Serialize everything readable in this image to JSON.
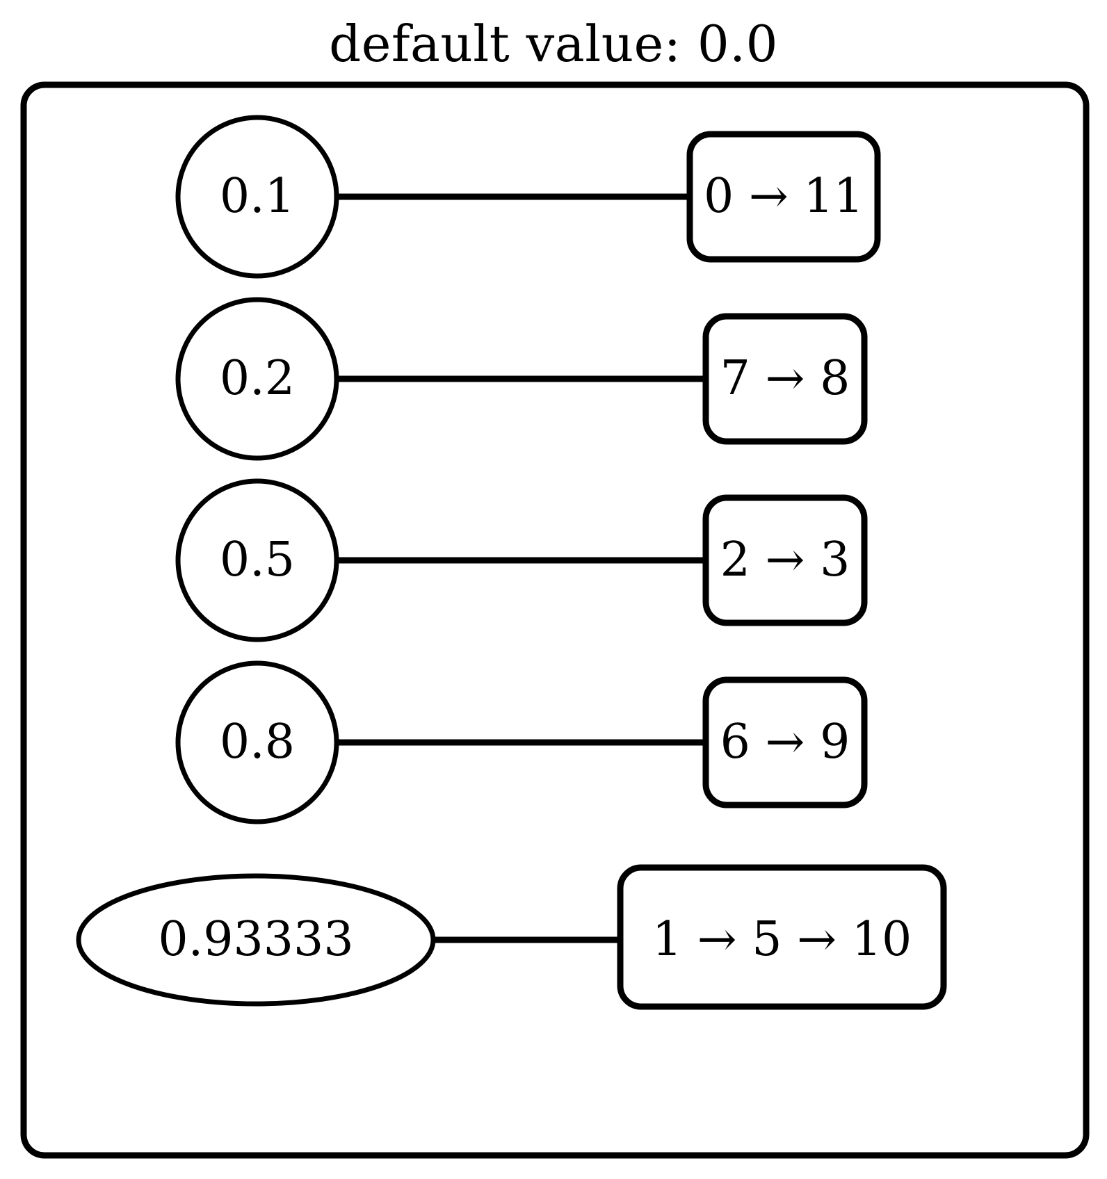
{
  "title": "default value: 0.0",
  "default_value": "0.0",
  "diagram": {
    "type": "value-to-path-mapping",
    "outer_frame": {
      "shape": "rounded-rectangle",
      "stroke_color": "#000000"
    },
    "rows": [
      {
        "value_label": "0.1",
        "value_shape": "circle",
        "path_label": "0 → 11",
        "path_shape": "rounded-rectangle",
        "path_nodes": [
          "0",
          "11"
        ]
      },
      {
        "value_label": "0.2",
        "value_shape": "circle",
        "path_label": "7 → 8",
        "path_shape": "rounded-rectangle",
        "path_nodes": [
          "7",
          "8"
        ]
      },
      {
        "value_label": "0.5",
        "value_shape": "circle",
        "path_label": "2 → 3",
        "path_shape": "rounded-rectangle",
        "path_nodes": [
          "2",
          "3"
        ]
      },
      {
        "value_label": "0.8",
        "value_shape": "circle",
        "path_label": "6 → 9",
        "path_shape": "rounded-rectangle",
        "path_nodes": [
          "6",
          "9"
        ]
      },
      {
        "value_label": "0.93333",
        "value_shape": "ellipse",
        "path_label": "1 → 5 → 10",
        "path_shape": "rounded-rectangle",
        "path_nodes": [
          "1",
          "5",
          "10"
        ]
      }
    ]
  },
  "colors": {
    "stroke": "#000000",
    "fill": "#ffffff",
    "text": "#000000"
  }
}
